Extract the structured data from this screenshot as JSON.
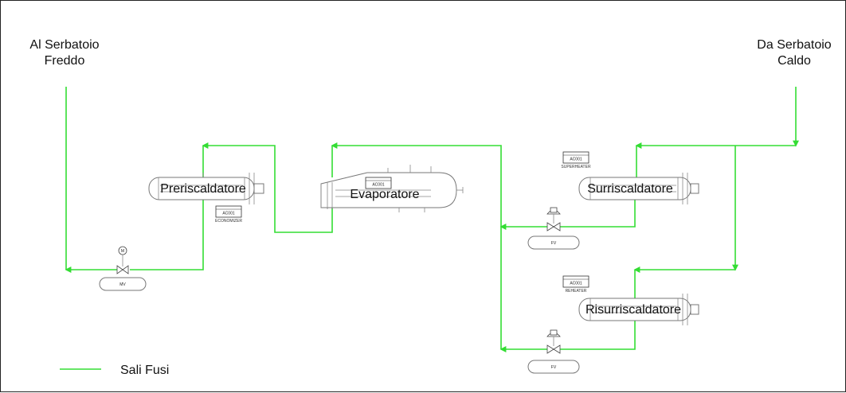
{
  "terminals": {
    "to_cold_tank": [
      "Al Serbatoio",
      "Freddo"
    ],
    "from_hot_tank": [
      "Da Serbatoio",
      "Caldo"
    ]
  },
  "equipment": {
    "preheater": {
      "label": "Preriscaldatore",
      "tag": "AC001",
      "tag_desc": "ECONOMIZER"
    },
    "evaporator": {
      "label": "Evaporatore",
      "tag": "AC001"
    },
    "superheater": {
      "label": "Surriscaldatore",
      "tag": "AC001",
      "tag_desc": "SUPERHEATER"
    },
    "reheater": {
      "label": "Risurriscaldatore",
      "tag": "AC001",
      "tag_desc": "REHEATER"
    }
  },
  "instruments": {
    "motor_valve": {
      "label": "MV",
      "motor_symbol": "M"
    },
    "flow_valve_1": {
      "label": "FV"
    },
    "flow_valve_2": {
      "label": "FV"
    }
  },
  "legend": {
    "label": "Sali Fusi",
    "color": "#33dd33"
  },
  "colors": {
    "pipe": "#33dd33",
    "equipment_outline": "#777777",
    "text": "#111111"
  }
}
